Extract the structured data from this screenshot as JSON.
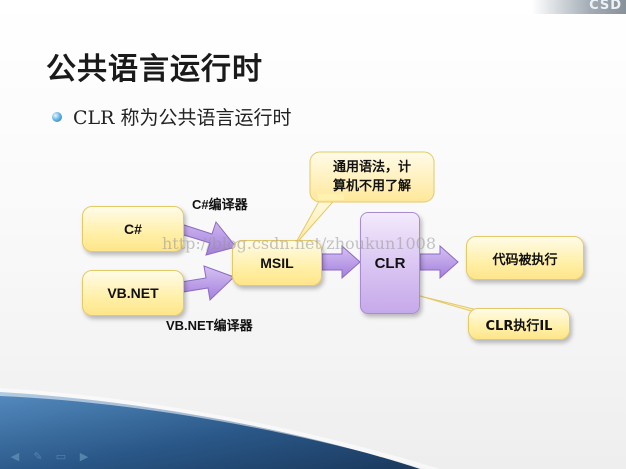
{
  "slide": {
    "title": "公共语言运行时",
    "bullet": "CLR 称为公共语言运行时"
  },
  "diagram": {
    "nodes": {
      "csharp": "C#",
      "vbnet": "VB.NET",
      "msil": "MSIL",
      "clr": "CLR",
      "execute": "代码被执行"
    },
    "edge_labels": {
      "csharp_compiler": "C#编译器",
      "vbnet_compiler": "VB.NET编译器"
    },
    "callouts": {
      "msil_note_line1": "通用语法，计",
      "msil_note_line2": "算机不用了解",
      "clr_note": "CLR执行IL"
    }
  },
  "watermark": "http://blog.csdn.net/zhoukun1008",
  "corner_logo": "CSD",
  "nav_icons": [
    "arrow-left-icon",
    "pen-icon",
    "menu-icon",
    "arrow-right-icon"
  ],
  "colors": {
    "yellow_box": "#fff0a8",
    "purple_box": "#d9c4f2",
    "arrow_purple": "#b592e6",
    "bottom_band": "#1f4f82"
  }
}
